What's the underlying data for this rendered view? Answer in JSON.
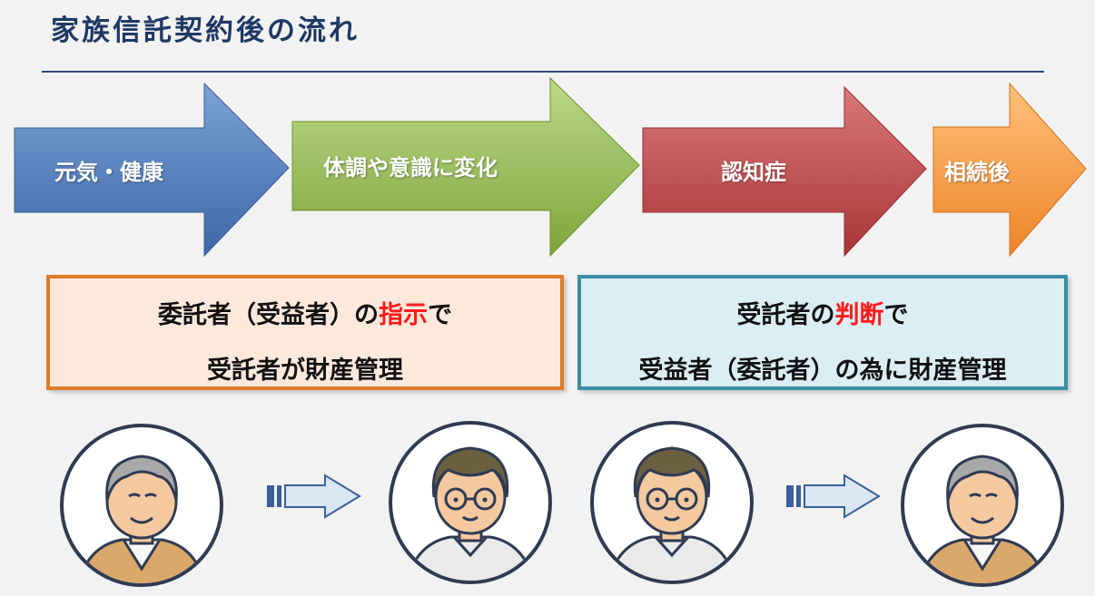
{
  "title": "家族信託契約後の流れ",
  "stages": [
    {
      "label": "元気・健康",
      "color": "#4a78b8"
    },
    {
      "label": "体調や意識に変化",
      "color": "#8fb83e"
    },
    {
      "label": "認知症",
      "color": "#b94245"
    },
    {
      "label": "相続後",
      "color": "#f09135"
    }
  ],
  "box_left": {
    "line1_pre": "委託者（受益者）の",
    "line1_em": "指示",
    "line1_post": "で",
    "line2": "受託者が財産管理"
  },
  "box_right": {
    "line1_pre": "受託者の",
    "line1_em": "判断",
    "line1_post": "で",
    "line2": "受益者（委託者）の為に財産管理"
  },
  "people": [
    {
      "role": "elder-man",
      "icon": "elderly-man-icon"
    },
    {
      "role": "young-man",
      "icon": "young-man-glasses-icon"
    },
    {
      "role": "young-man",
      "icon": "young-man-glasses-icon"
    },
    {
      "role": "elder-man",
      "icon": "elderly-man-icon"
    }
  ]
}
